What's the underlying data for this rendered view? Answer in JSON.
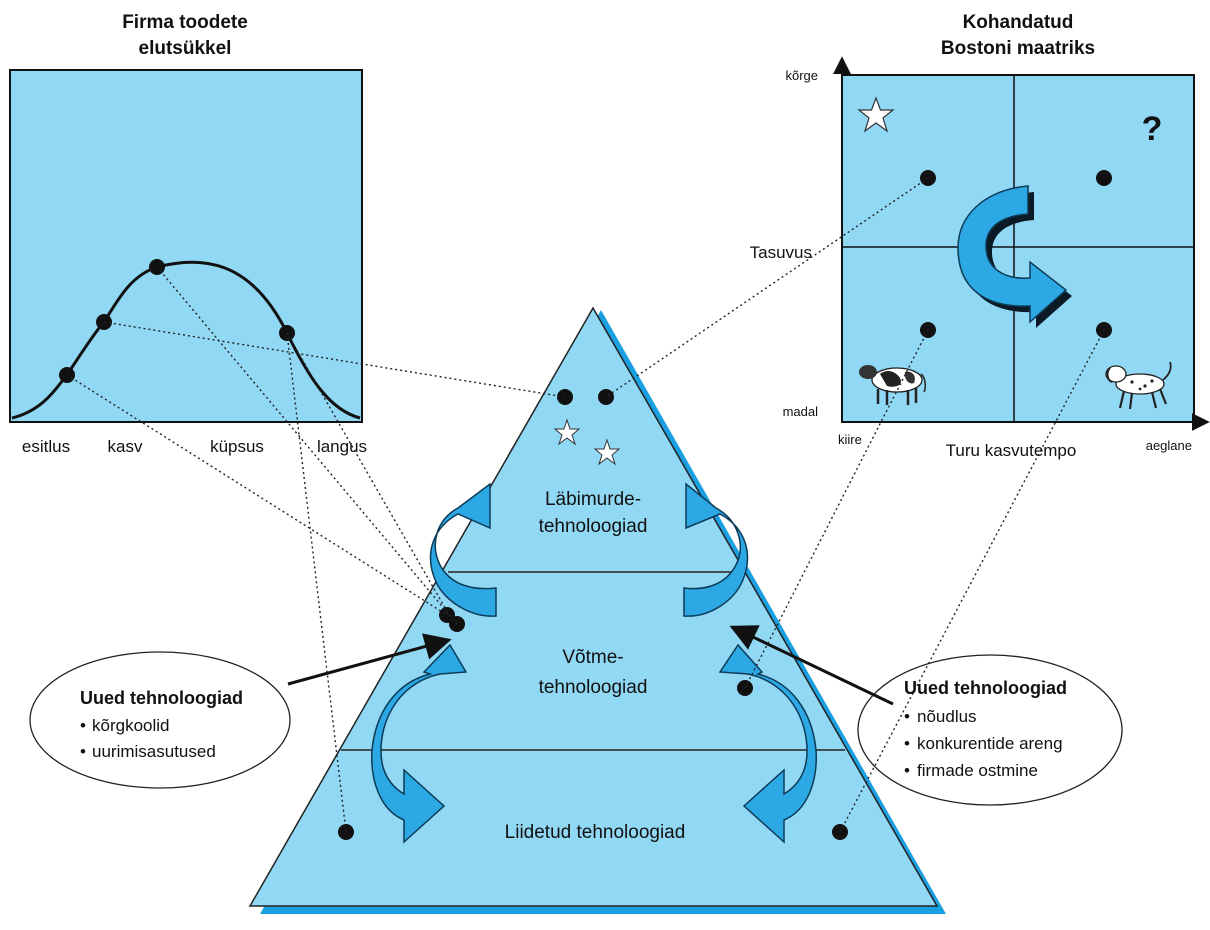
{
  "lifecycle": {
    "title_line1": "Firma toodete",
    "title_line2": "elutsükkel",
    "phases": [
      "esitlus",
      "kasv",
      "küpsus",
      "langus"
    ]
  },
  "matrix": {
    "title_line1": "Kohandatud",
    "title_line2": "Bostoni maatriks",
    "y_axis_label": "Tasuvus",
    "y_high": "kõrge",
    "y_low": "madal",
    "x_axis_label": "Turu kasvutempo",
    "x_fast": "kiire",
    "x_slow": "aeglane",
    "question_mark": "?"
  },
  "pyramid": {
    "top_line1": "Läbimurde-",
    "top_line2": "tehnoloogiad",
    "mid_line1": "Võtme-",
    "mid_line2": "tehnoloogiad",
    "bottom": "Liidetud tehnoloogiad"
  },
  "left_bubble": {
    "heading": "Uued tehnoloogiad",
    "items": [
      "kõrgkoolid",
      "uurimisasutused"
    ]
  },
  "right_bubble": {
    "heading": "Uued tehnoloogiad",
    "items": [
      "nõudlus",
      "konkurentide areng",
      "firmade ostmine"
    ]
  },
  "colors": {
    "panel_fill": "#91d8f4",
    "pyramid_edge": "#1a9fe0",
    "arrow_fill": "#2ca8e4"
  }
}
